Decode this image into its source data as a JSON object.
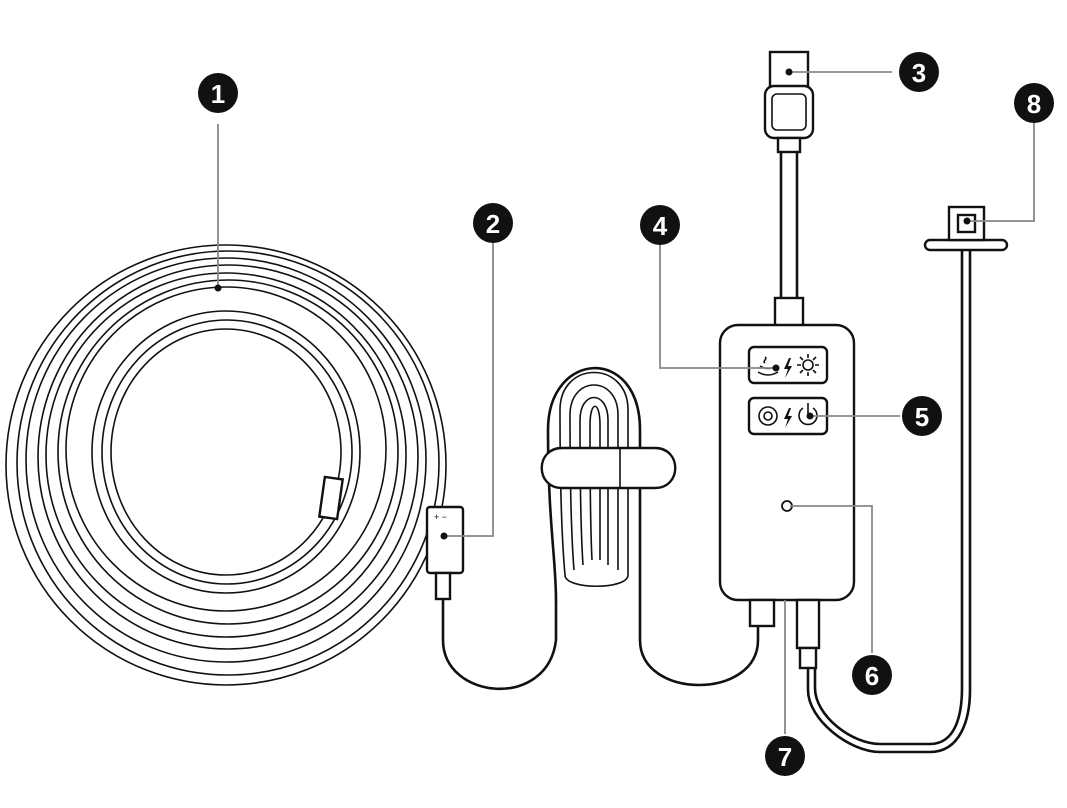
{
  "diagram": {
    "callouts": [
      {
        "id": "1",
        "label": "1"
      },
      {
        "id": "2",
        "label": "2"
      },
      {
        "id": "3",
        "label": "3"
      },
      {
        "id": "4",
        "label": "4"
      },
      {
        "id": "5",
        "label": "5"
      },
      {
        "id": "6",
        "label": "6"
      },
      {
        "id": "7",
        "label": "7"
      },
      {
        "id": "8",
        "label": "8"
      }
    ],
    "colors": {
      "line": "#111111",
      "callout_fill": "#111111",
      "leader": "#888888",
      "background": "#ffffff"
    },
    "icons": {
      "mode_button_left": "sound-wave-icon",
      "mode_button_right": "brightness-icon",
      "power_button_left": "cycle-icon",
      "power_button_right": "power-icon"
    }
  }
}
